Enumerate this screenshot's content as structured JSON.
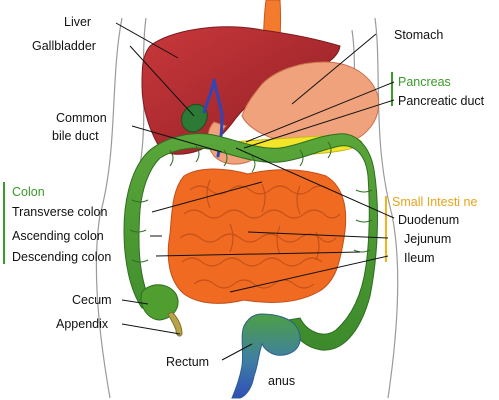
{
  "labels": {
    "liver": "Liver",
    "gallbladder": "Gallbladder",
    "common_bile_duct_1": "Common",
    "common_bile_duct_2": "bile duct",
    "stomach": "Stomach",
    "pancreas": "Pancreas",
    "pancreatic_duct": "Pancreatic duct",
    "transverse_colon": "Transverse colon",
    "ascending_colon": "Ascending colon",
    "descending_colon": "Descending colon",
    "cecum": "Cecum",
    "appendix": "Appendix",
    "rectum": "Rectum",
    "anus": "anus",
    "duodenum": "Duodenum",
    "jejunum": "Jejunum",
    "ileum": "Ileum"
  },
  "groups": {
    "colon": "Colon",
    "small_intestine": "Small Intesti ne"
  },
  "colors": {
    "liver": "#b52a2f",
    "stomach": "#f0a27c",
    "esophagus": "#f47a2d",
    "pancreas": "#f3e52a",
    "colon": "#4f9e2f",
    "small_intestine": "#f06a22",
    "rectum": "#3d6fb3",
    "gallbladder": "#2c7a36",
    "bile_duct": "#2f46b8",
    "bracket_green": "#3a9a2a",
    "bracket_yellow": "#f2b31d"
  }
}
